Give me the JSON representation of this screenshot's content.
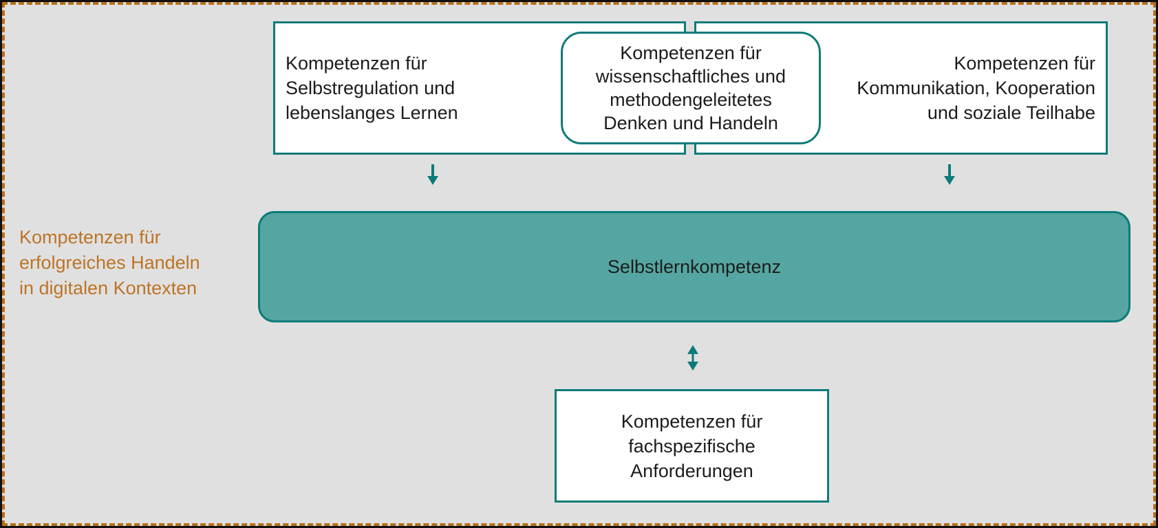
{
  "diagram": {
    "side_label": {
      "lines": [
        "Kompetenzen für",
        "erfolgreiches Handeln",
        "in digitalen Kontexten"
      ]
    },
    "top_left_box": {
      "lines": [
        "Kompetenzen für",
        "Selbstregulation und",
        "lebenslanges Lernen"
      ]
    },
    "top_center_box": {
      "lines": [
        "Kompetenzen für",
        "wissenschaftliches und",
        "methodengeleitetes",
        "Denken und Handeln"
      ]
    },
    "top_right_box": {
      "lines": [
        "Kompetenzen für",
        "Kommunikation, Kooperation",
        "und soziale Teilhabe"
      ]
    },
    "central_box": {
      "label": "Selbstlernkompetenz"
    },
    "bottom_box": {
      "lines": [
        "Kompetenzen für",
        "fachspezifische",
        "Anforderungen"
      ]
    },
    "icons": {
      "down_arrow": "↓",
      "double_arrow": "↕"
    },
    "colors": {
      "background": "#e0e0e0",
      "teal_border": "#0b7b7a",
      "teal_fill": "#55a6a2",
      "orange_text": "#bd7426",
      "frame_dash": "#b8701d",
      "frame_outline": "#101010",
      "text": "#1c1c1c",
      "box_fill": "#ffffff"
    }
  }
}
